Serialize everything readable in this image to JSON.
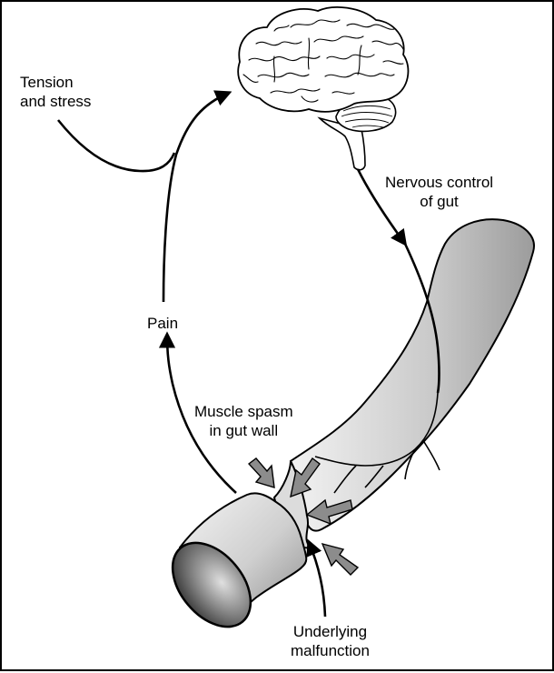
{
  "labels": {
    "tension": [
      "Tension",
      "and stress"
    ],
    "nervous": [
      "Nervous control",
      "of gut"
    ],
    "pain": "Pain",
    "spasm": [
      "Muscle spasm",
      "in gut wall"
    ],
    "malfunction": [
      "Underlying",
      "malfunction"
    ]
  },
  "colors": {
    "line": "#000000",
    "gut_light": "#f0f0f0",
    "gut_dark": "#9a9a9a",
    "arrow_fill": "#8c8c8c",
    "brain_fill": "#ffffff"
  }
}
